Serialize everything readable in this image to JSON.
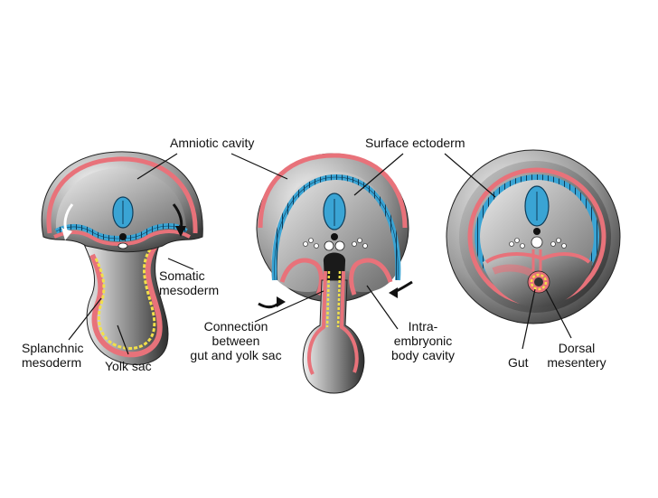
{
  "labels": {
    "amniotic_cavity": "Amniotic cavity",
    "surface_ectoderm": "Surface ectoderm",
    "somatic_mesoderm": "Somatic\nmesoderm",
    "connection": "Connection\nbetween\ngut and yolk sac",
    "intraembryonic": "Intra-\nembryonic\nbody cavity",
    "splanchnic": "Splanchnic\nmesoderm",
    "yolk_sac": "Yolk sac",
    "gut": "Gut",
    "dorsal_mesentery": "Dorsal\nmesentery"
  },
  "colors": {
    "pink_layer": "#e8727a",
    "blue_ectoderm": "#3aa4d4",
    "yellow_endoderm": "#f2e04a",
    "gray_dark": "#3a3a3a",
    "gray_light": "#f2f2f2"
  }
}
